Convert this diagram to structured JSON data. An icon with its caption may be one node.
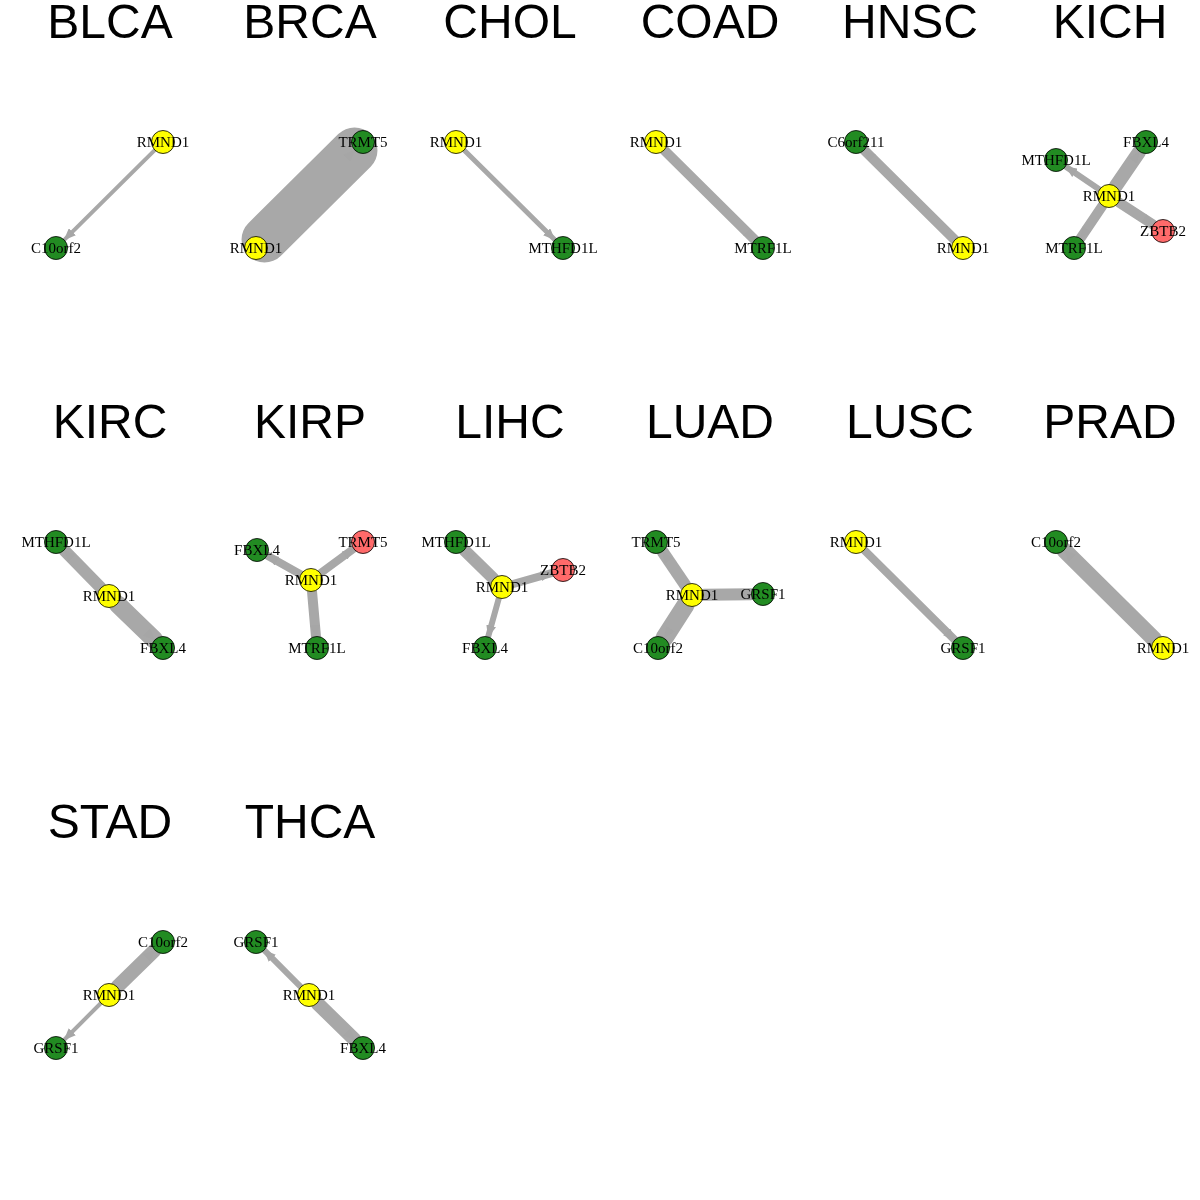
{
  "diagram": {
    "nodes": [
      {
        "text": [
          "RMND1"
        ]
      },
      {
        "text": [
          "C10orf2"
        ]
      },
      {
        "text": [
          "TRMT5"
        ]
      },
      {
        "text": [
          "RMND1"
        ]
      },
      {
        "text": [
          "RMND1"
        ]
      },
      {
        "text": [
          "MTHFD1L"
        ]
      },
      {
        "text": [
          "RMND1"
        ]
      },
      {
        "text": [
          "MTRF1L"
        ]
      },
      {
        "text": [
          "C6orf211"
        ]
      },
      {
        "text": [
          "RMND1"
        ]
      },
      {
        "text": [
          "FBXL4"
        ]
      },
      {
        "text": [
          "MTHFD1L"
        ]
      },
      {
        "text": [
          "RMND1"
        ]
      },
      {
        "text": [
          "ZBTB2"
        ]
      },
      {
        "text": [
          "MTRF1L"
        ]
      },
      {
        "text": [
          "MTHFD1L"
        ]
      },
      {
        "text": [
          "RMND1"
        ]
      },
      {
        "text": [
          "FBXL4"
        ]
      },
      {
        "text": [
          "FBXL4"
        ]
      },
      {
        "text": [
          "TRMT5"
        ]
      },
      {
        "text": [
          "RMND1"
        ]
      },
      {
        "text": [
          "MTRF1L"
        ]
      },
      {
        "text": [
          "MTHFD1L"
        ]
      },
      {
        "text": [
          "ZBTB2"
        ]
      },
      {
        "text": [
          "RMND1"
        ]
      },
      {
        "text": [
          "FBXL4"
        ]
      },
      {
        "text": [
          "TRMT5"
        ]
      },
      {
        "text": [
          "RMND1"
        ]
      },
      {
        "text": [
          "GRSF1"
        ]
      },
      {
        "text": [
          "C10orf2"
        ]
      },
      {
        "text": [
          "RMND1"
        ]
      },
      {
        "text": [
          "GRSF1"
        ]
      },
      {
        "text": [
          "C10orf2"
        ]
      },
      {
        "text": [
          "RMND1"
        ]
      },
      {
        "text": [
          "C10orf2"
        ]
      },
      {
        "text": [
          "RMND1"
        ]
      },
      {
        "text": [
          "GRSF1"
        ]
      },
      {
        "text": [
          "GRSF1"
        ]
      },
      {
        "text": [
          "RMND1"
        ]
      },
      {
        "text": [
          "FBXL4"
        ]
      }
    ],
    "edges": [
      {
        "from": 0,
        "to": 1,
        "arrow": "to"
      },
      {
        "from": 3,
        "to": 2,
        "arrow": "to",
        "style": "thick"
      },
      {
        "from": 4,
        "to": 5,
        "arrow": "to"
      },
      {
        "from": 6,
        "to": 7,
        "arrow": "to"
      },
      {
        "from": 9,
        "to": 8,
        "arrow": "to"
      },
      {
        "from": 12,
        "to": 10,
        "arrow": "to"
      },
      {
        "from": 12,
        "to": 11,
        "arrow": "to"
      },
      {
        "from": 12,
        "to": 13,
        "arrow": "to"
      },
      {
        "from": 12,
        "to": 14,
        "arrow": "to"
      },
      {
        "from": 16,
        "to": 15,
        "arrow": "to"
      },
      {
        "from": 16,
        "to": 17,
        "arrow": "to",
        "style": "thick"
      },
      {
        "from": 20,
        "to": 18,
        "arrow": "to"
      },
      {
        "from": 20,
        "to": 19,
        "arrow": "to"
      },
      {
        "from": 20,
        "to": 21,
        "arrow": "to"
      },
      {
        "from": 24,
        "to": 22,
        "arrow": "to"
      },
      {
        "from": 24,
        "to": 23,
        "arrow": "to"
      },
      {
        "from": 24,
        "to": 25,
        "arrow": "to"
      },
      {
        "from": 27,
        "to": 26,
        "arrow": "to"
      },
      {
        "from": 27,
        "to": 28,
        "arrow": "to"
      },
      {
        "from": 27,
        "to": 29,
        "arrow": "to",
        "style": "thick"
      },
      {
        "from": 30,
        "to": 31,
        "arrow": "to"
      },
      {
        "from": 33,
        "to": 32,
        "arrow": "to"
      },
      {
        "from": 35,
        "to": 34,
        "arrow": "to"
      },
      {
        "from": 35,
        "to": 36,
        "arrow": "to"
      },
      {
        "from": 38,
        "to": 37,
        "arrow": "to"
      },
      {
        "from": 38,
        "to": 39,
        "arrow": "to"
      }
    ],
    "labels": [
      "BLCA",
      "BRCA",
      "CHOL",
      "COAD",
      "HNSC",
      "KICH",
      "KIRC",
      "KIRP",
      "LIHC",
      "LUAD",
      "LUSC",
      "PRAD",
      "STAD",
      "THCA"
    ]
  }
}
